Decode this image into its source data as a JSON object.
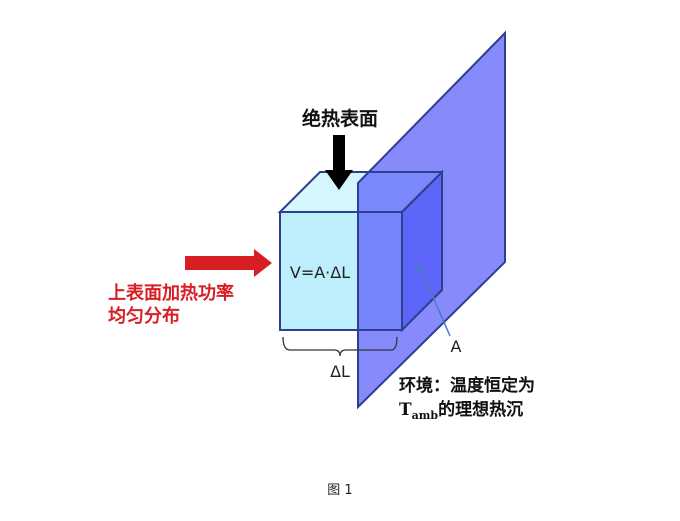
{
  "diagram": {
    "top_label": "绝热表面",
    "left_label_line1": "上表面加热功率",
    "left_label_line2": "均匀分布",
    "volume_formula": "V=A·ΔL",
    "thickness_label": "ΔL",
    "area_label": "A",
    "env_line1": "环境：温度恒定为",
    "env_T": "T",
    "env_sub": "amb",
    "env_rest": "的理想热沉",
    "caption": "图 1"
  },
  "colors": {
    "cube_front": "#bdeefc",
    "cube_top": "#d4f7fd",
    "cube_side": "#5f6ff5",
    "plane": "#7b80fb",
    "edge": "#2e3f8f",
    "heat_arrow": "#d71e24",
    "adiabatic_arrow": "#000000",
    "heat_text": "#d71e24"
  }
}
